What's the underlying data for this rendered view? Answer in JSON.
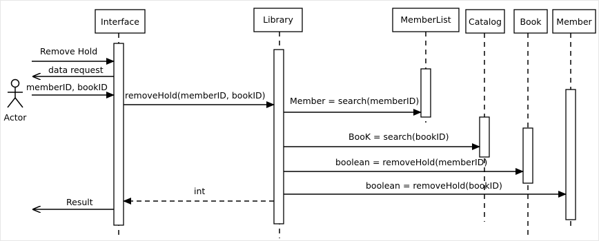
{
  "diagram": {
    "type": "sequence",
    "colors": {
      "background": "#ffffff",
      "border": "#e6e6e6",
      "stroke": "#000000"
    },
    "actor": {
      "name": "Actor"
    },
    "participants": [
      {
        "id": "interface",
        "name": "Interface"
      },
      {
        "id": "library",
        "name": "Library"
      },
      {
        "id": "memberlist",
        "name": "MemberList"
      },
      {
        "id": "catalog",
        "name": "Catalog"
      },
      {
        "id": "book",
        "name": "Book"
      },
      {
        "id": "member",
        "name": "Member"
      }
    ],
    "messages": [
      {
        "id": "m1",
        "from": "actor",
        "to": "interface",
        "label": "Remove Hold",
        "kind": "call"
      },
      {
        "id": "m2",
        "from": "interface",
        "to": "actor",
        "label": "data request",
        "kind": "call"
      },
      {
        "id": "m3",
        "from": "actor",
        "to": "interface",
        "label": "memberID, bookID",
        "kind": "call"
      },
      {
        "id": "m4",
        "from": "interface",
        "to": "library",
        "label": "removeHold(memberID, bookID)",
        "kind": "call"
      },
      {
        "id": "m5",
        "from": "library",
        "to": "memberlist",
        "label": "Member = search(memberID)",
        "kind": "call"
      },
      {
        "id": "m6",
        "from": "library",
        "to": "catalog",
        "label": "BooK = search(bookID)",
        "kind": "call"
      },
      {
        "id": "m7",
        "from": "library",
        "to": "book",
        "label": "boolean = removeHold(memberID)",
        "kind": "call"
      },
      {
        "id": "m8",
        "from": "library",
        "to": "interface",
        "label": "int",
        "kind": "return"
      },
      {
        "id": "m9",
        "from": "library",
        "to": "member",
        "label": "boolean = removeHold(bookID)",
        "kind": "call"
      },
      {
        "id": "m10",
        "from": "interface",
        "to": "actor",
        "label": "Result",
        "kind": "call"
      }
    ]
  }
}
